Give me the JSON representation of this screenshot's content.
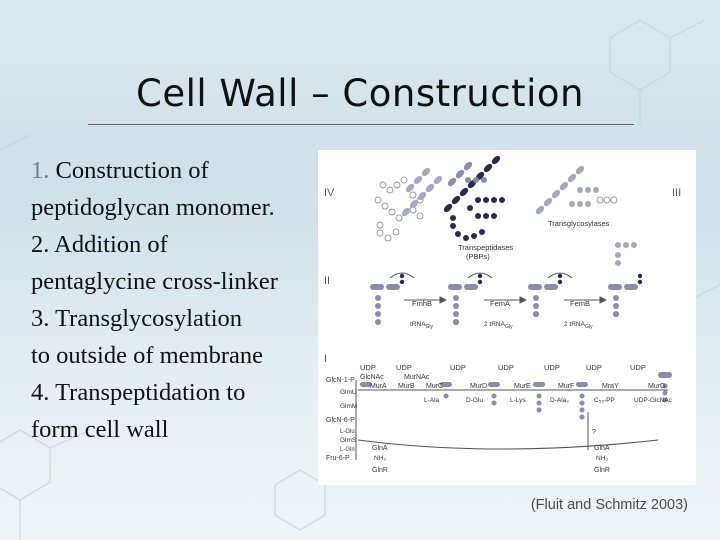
{
  "slide": {
    "title": "Cell Wall – Construction",
    "points": [
      {
        "num": "1.",
        "lines": [
          "Construction of",
          "peptidoglycan monomer."
        ]
      },
      {
        "num": "2.",
        "lines": [
          "Addition of",
          "pentaglycine cross-linker"
        ]
      },
      {
        "num": "3.",
        "lines": [
          "Transglycosylation",
          "to outside of membrane"
        ]
      },
      {
        "num": "4.",
        "lines": [
          "Transpeptidation to",
          "form cell wall"
        ]
      }
    ],
    "citation": "(Fluit and Schmitz 2003)"
  },
  "figure": {
    "stage_labels": {
      "i": "I",
      "ii": "II",
      "iii": "III",
      "iv": "IV"
    },
    "transpeptidases": "Transpeptidases",
    "pbps": "(PBPs)",
    "transglycosylases": "Transglycosylases",
    "fem": [
      {
        "enzyme": "FmhB",
        "trna": "tRNA",
        "sub": "Gly"
      },
      {
        "enzyme": "FemA",
        "trna": "2 tRNA",
        "sub": "Gly"
      },
      {
        "enzyme": "FemB",
        "trna": "2 tRNA",
        "sub": "Gly"
      }
    ],
    "udp_labels": [
      "UDP",
      "UDP",
      "UDP",
      "UDP",
      "UDP",
      "UDP",
      "UDP"
    ],
    "sugars": {
      "glcnac": "GlcNAc",
      "murnac": "MurNAc"
    },
    "enzymes": [
      "MurA",
      "MurB",
      "MurC",
      "MurD",
      "MurE",
      "MurF",
      "MraY",
      "MurG"
    ],
    "substrates": [
      "L-Ala",
      "D-Glu",
      "L-Lys",
      "D-Ala₂",
      "C₅₅-PP",
      "UDP-GlcNAc"
    ],
    "left_chain": [
      "GlcN-1-P",
      "GlmU",
      "GlmM",
      "GlcN-6-P",
      "L-Glu",
      "GlmS",
      "L-Gln",
      "Fru-6-P"
    ],
    "bottom": {
      "glna": "GlnA",
      "nh3": "NH₃",
      "glnr": "GlnR",
      "q": "?"
    }
  }
}
